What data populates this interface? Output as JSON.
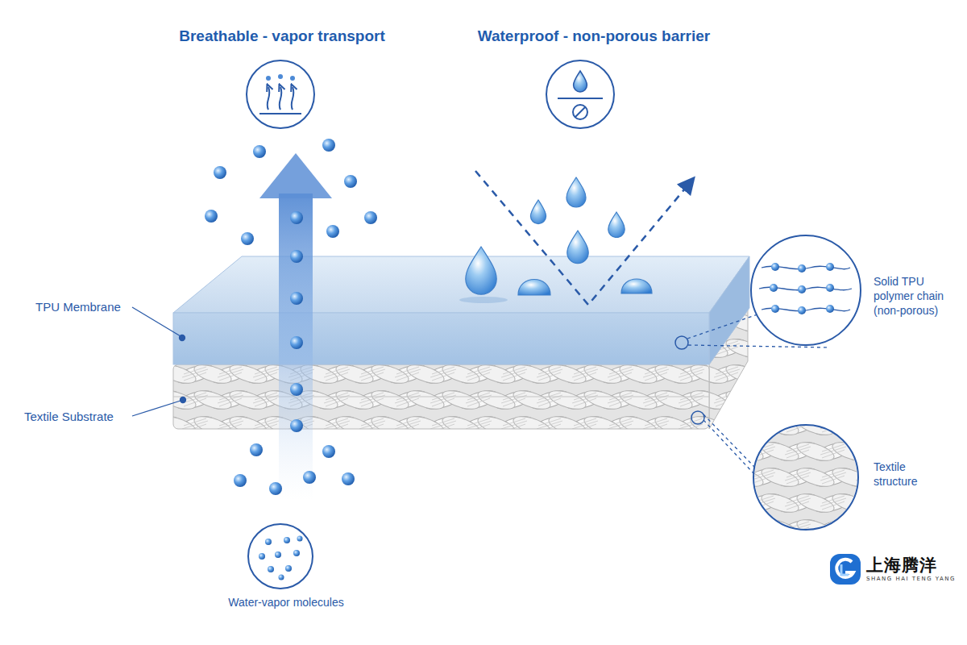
{
  "diagram": {
    "nodes": [
      {
        "text": [
          "上海腾洋",
          "SHANG HAI TENG YANG"
        ]
      }
    ],
    "labels": [
      "Breathable - vapor transport",
      "Waterproof - non-porous barrier",
      "TPU Membrane",
      "Textile Substrate",
      "Solid TPU polymer chain (non-porous)",
      "Textile structure",
      "Water-vapor molecules"
    ]
  }
}
